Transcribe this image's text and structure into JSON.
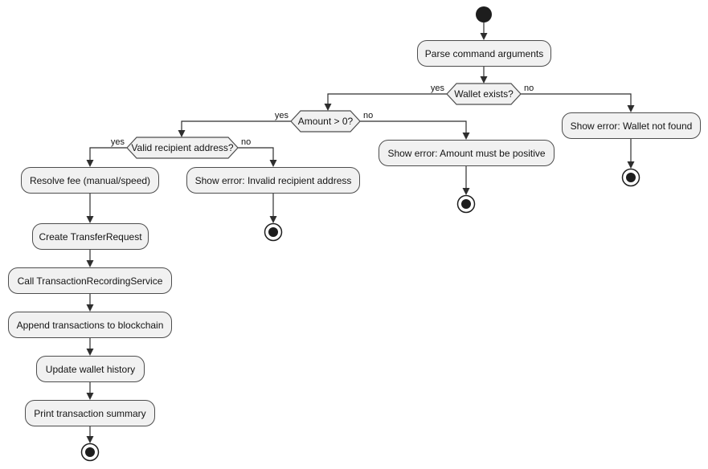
{
  "diagram": {
    "type": "activity-flowchart",
    "colors": {
      "bg": "#ffffff",
      "node_fill": "#f1f1f1",
      "node_border": "#4d4d4d",
      "line": "#2e2e2e",
      "text": "#141414"
    },
    "activities": {
      "parse": "Parse command arguments",
      "resolve_fee": "Resolve fee (manual/speed)",
      "create_transfer": "Create TransferRequest",
      "call_recording": "Call TransactionRecordingService",
      "append_blockchain": "Append transactions to blockchain",
      "update_history": "Update wallet history",
      "print_summary": "Print transaction summary",
      "error_wallet": "Show error: Wallet not found",
      "error_amount": "Show error: Amount must be positive",
      "error_recipient": "Show error: Invalid recipient address"
    },
    "decisions": {
      "wallet_exists": {
        "question": "Wallet exists?",
        "yes": "yes",
        "no": "no"
      },
      "amount_positive": {
        "question": "Amount > 0?",
        "yes": "yes",
        "no": "no"
      },
      "valid_recipient": {
        "question": "Valid recipient address?",
        "yes": "yes",
        "no": "no"
      }
    }
  }
}
